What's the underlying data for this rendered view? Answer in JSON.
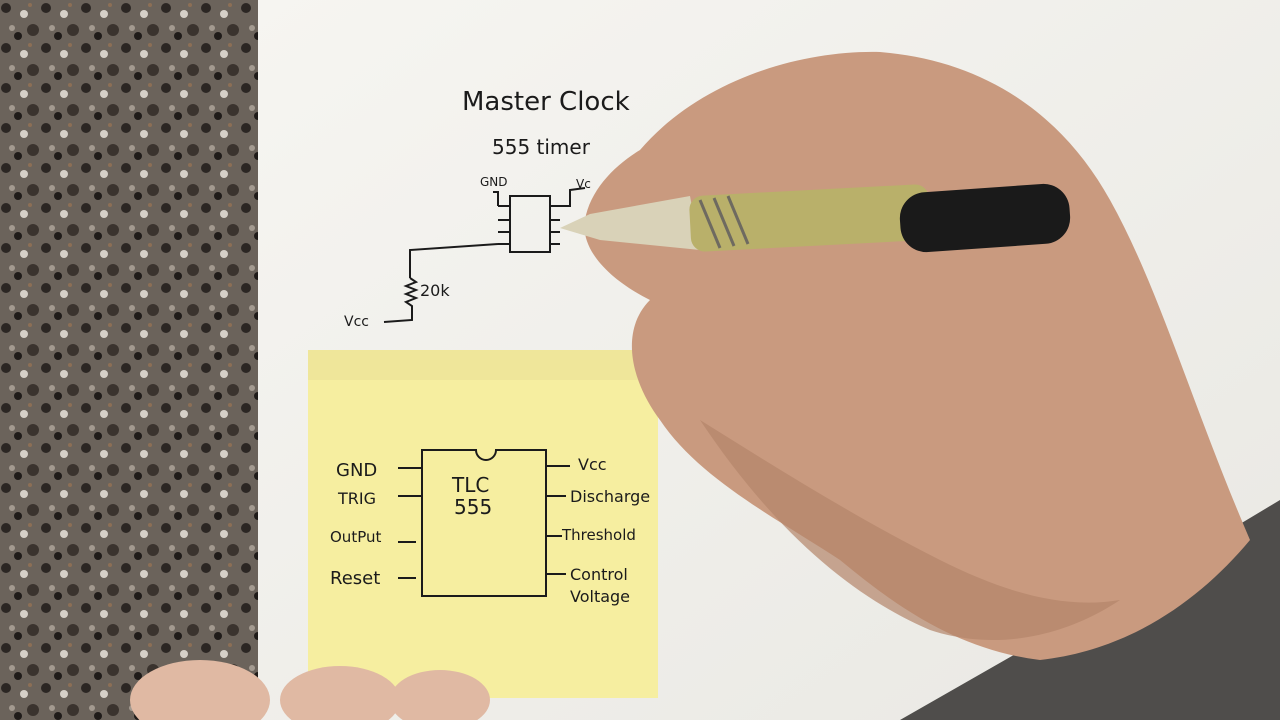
{
  "paper": {
    "title": "Master Clock",
    "subtitle": "555 timer",
    "labels": {
      "gnd": "GND",
      "vcc_partial": "Vc",
      "resistor": "20k",
      "vcc_bottom": "Vcc"
    }
  },
  "sticky_note": {
    "chip_name_line1": "TLC",
    "chip_name_line2": "555",
    "left_pins": [
      "GND",
      "TRIG",
      "OutPut",
      "Reset"
    ],
    "right_pins": [
      "Vcc",
      "Discharge",
      "Threshold",
      "Control",
      "Voltage"
    ]
  },
  "colors": {
    "paper": "#f4f3ef",
    "sticky": "#f6eea0",
    "granite": "#6b635b",
    "skin": "#c99a7f",
    "sleeve": "#4f4d4b",
    "pen": "#1a1a1a",
    "pen_barrel": "#b9b06a"
  }
}
